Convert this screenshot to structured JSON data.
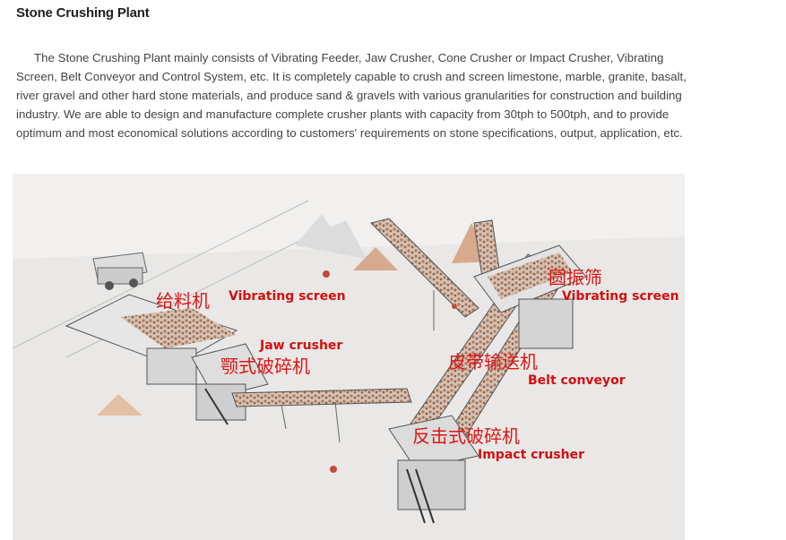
{
  "page": {
    "title": "Stone Crushing Plant",
    "intro": "The Stone Crushing Plant mainly consists of Vibrating Feeder, Jaw Crusher, Cone Crusher or Impact Crusher, Vibrating Screen, Belt Conveyor and Control System, etc. It is completely capable to crush and screen limestone, marble, granite, basalt, river gravel and other hard stone materials, and produce sand & gravels with various granularities for construction and building industry. We are able to design and manufacture complete crusher plants with capacity from 30tph to 500tph, and to provide optimum and most economical solutions according to customers' requirements on stone specifications, output, application, etc."
  },
  "figure": {
    "labels": {
      "feeder_cn": "给料机",
      "vibrating_screen_left": "Vibrating screen",
      "jaw_crusher": "Jaw crusher",
      "jaw_crusher_cn": "颚式破碎机",
      "circular_screen_cn": "圆振筛",
      "vibrating_screen_right": "Vibrating screen",
      "belt_conveyor_cn": "皮带输送机",
      "belt_conveyor": "Belt conveyor",
      "impact_crusher_cn": "反击式破碎机",
      "impact_crusher": "Impact crusher"
    },
    "colors": {
      "label_red": "#d40f0f",
      "background": "#f1f0ef",
      "stone": "#c9a48c",
      "steel": "#9a9a9a"
    }
  }
}
